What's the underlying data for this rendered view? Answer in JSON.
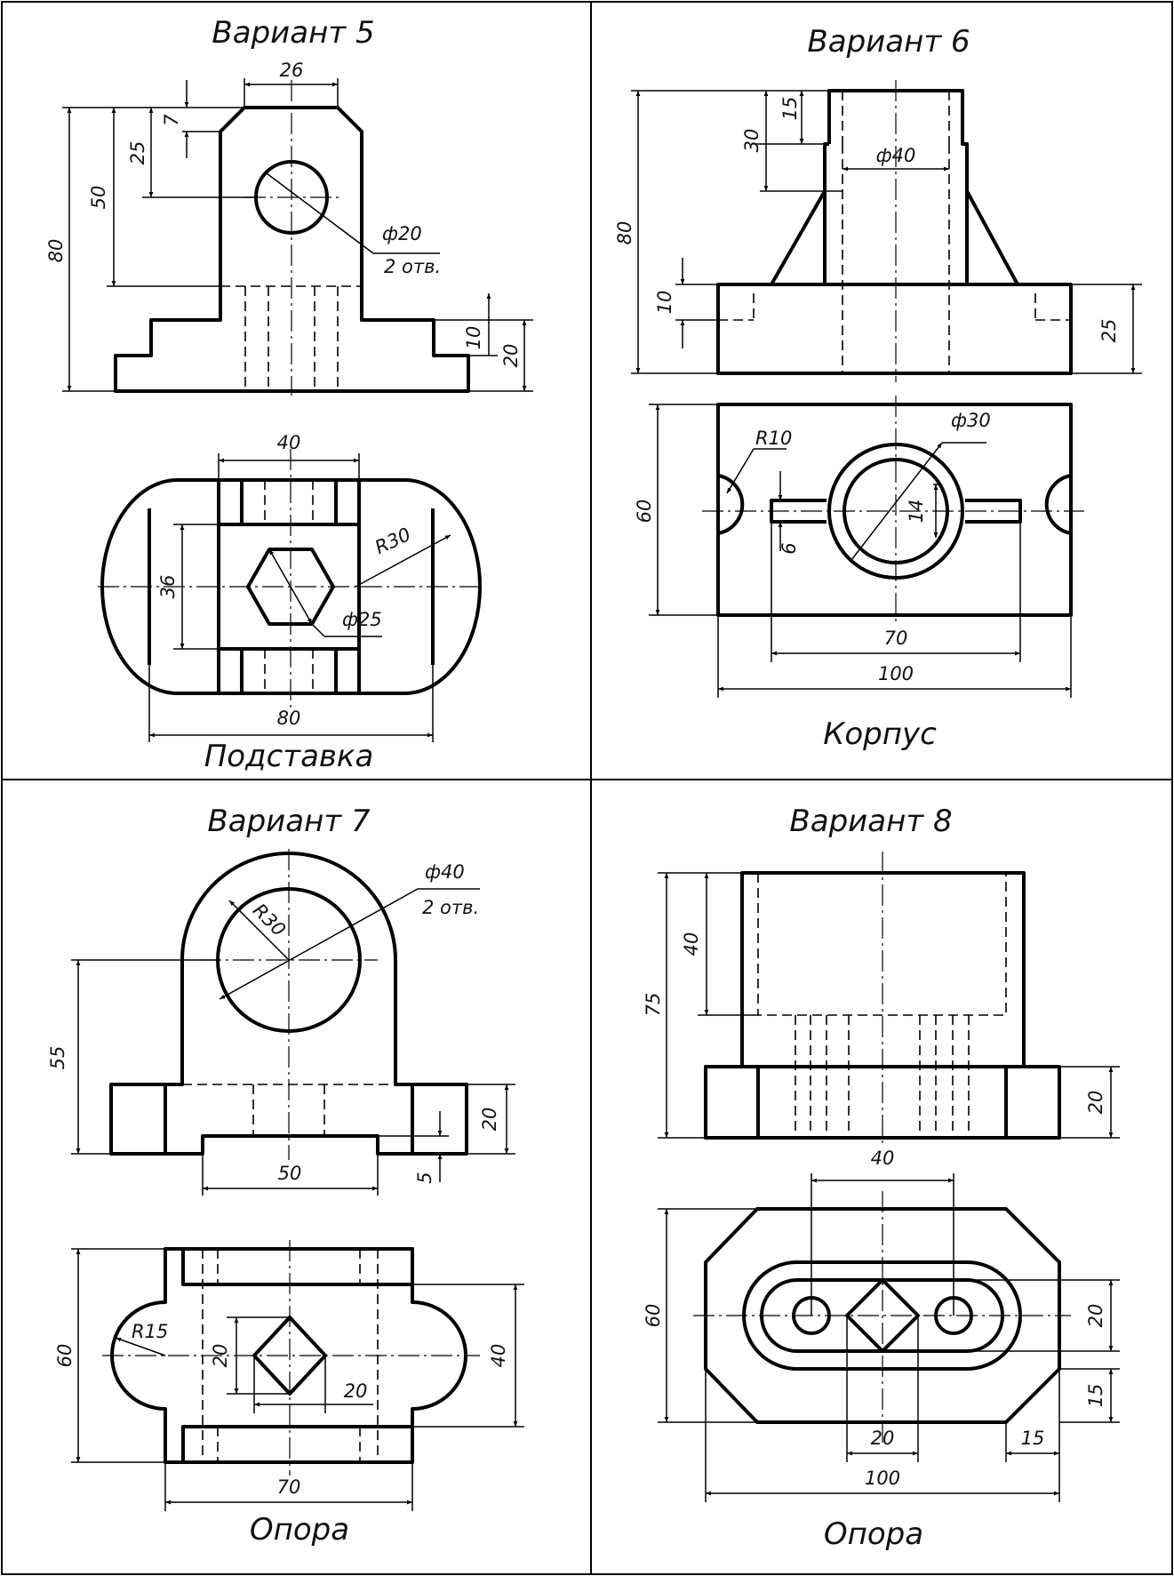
{
  "variant5": {
    "title": "Вариант 5",
    "name": "Подставка",
    "dims": {
      "d26": "26",
      "d7": "7",
      "d25": "25",
      "d50": "50",
      "d80": "80",
      "d10": "10",
      "d20": "20",
      "hole": "ф20",
      "holes_note": "2 отв.",
      "d40": "40",
      "d36": "36",
      "r30": "R30",
      "hex": "ф25",
      "d80b": "80"
    }
  },
  "variant6": {
    "title": "Вариант 6",
    "name": "Корпус",
    "dims": {
      "d15": "15",
      "d30": "30",
      "d40": "ф40",
      "d80": "80",
      "d10": "10",
      "d25": "25",
      "r10": "R10",
      "d30b": "ф30",
      "d60": "60",
      "d14": "14",
      "d6": "6",
      "d70": "70",
      "d100": "100"
    }
  },
  "variant7": {
    "title": "Вариант 7",
    "name": "Опора",
    "dims": {
      "d40": "ф40",
      "holes_note": "2 отв.",
      "r30": "R30",
      "d55": "55",
      "d20": "20",
      "d50": "50",
      "d5": "5",
      "r15": "R15",
      "d60": "60",
      "d20b": "20",
      "d20c": "20",
      "d40b": "40",
      "d70": "70"
    }
  },
  "variant8": {
    "title": "Вариант 8",
    "name": "Опора",
    "dims": {
      "d40": "40",
      "d75": "75",
      "d20": "20",
      "d40b": "40",
      "d60": "60",
      "d20b": "20",
      "d15": "15",
      "d20c": "20",
      "d15b": "15",
      "d100": "100"
    }
  }
}
